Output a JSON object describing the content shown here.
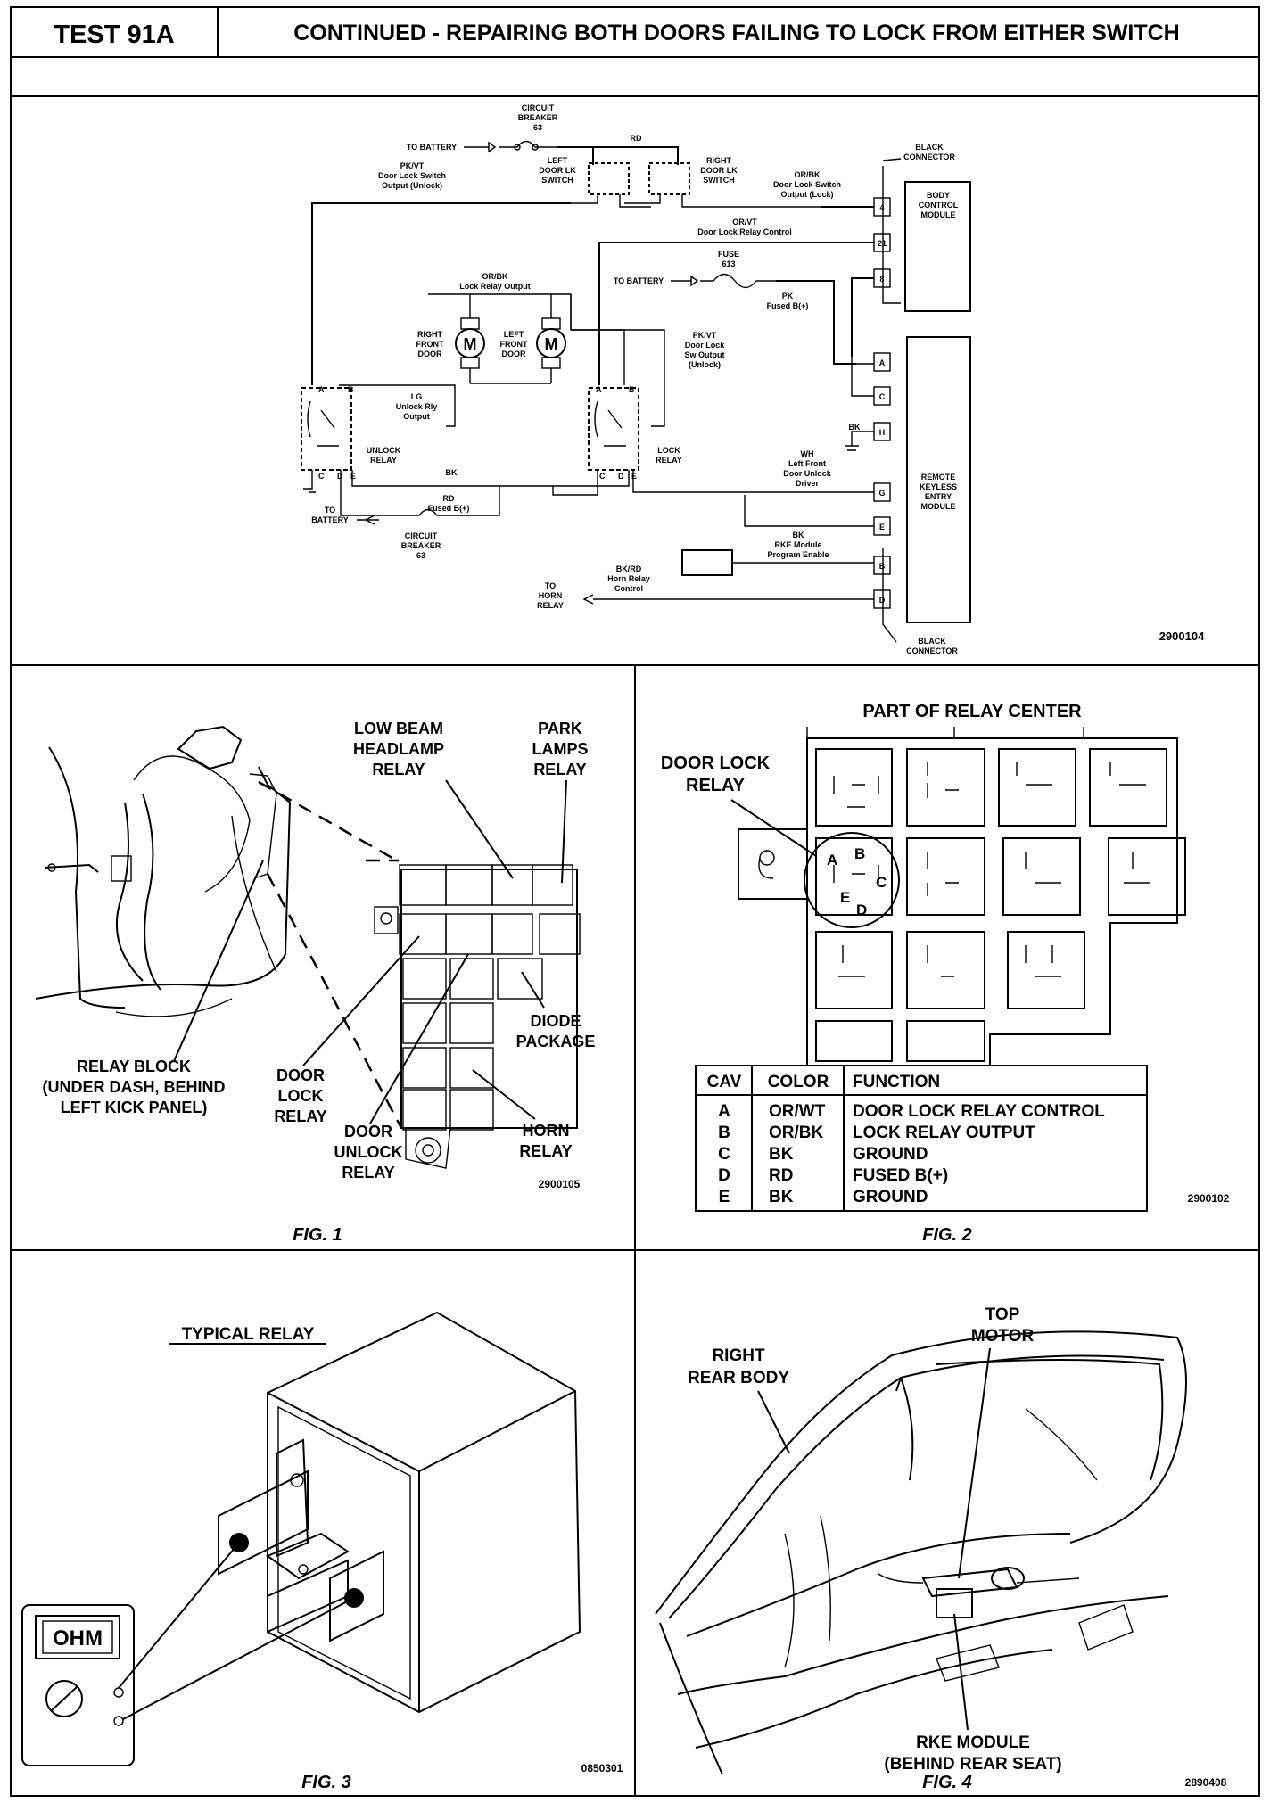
{
  "header": {
    "test_id": "TEST 91A",
    "title": "CONTINUED -  REPAIRING BOTH DOORS FAILING TO LOCK FROM EITHER SWITCH"
  },
  "schematic": {
    "ref": "2900104",
    "labels": {
      "cb63_a": "CIRCUIT",
      "cb63_b": "BREAKER",
      "cb63_c": "63",
      "to_battery_1": "TO BATTERY",
      "rd_top": "RD",
      "left_door_lk_a": "LEFT",
      "left_door_lk_b": "DOOR LK",
      "left_door_lk_c": "SWITCH",
      "right_door_lk_a": "RIGHT",
      "right_door_lk_b": "DOOR LK",
      "right_door_lk_c": "SWITCH",
      "pkvt_a": "PK/VT",
      "pkvt_b": "Door Lock Switch",
      "pkvt_c": "Output (Unlock)",
      "orbk_a": "OR/BK",
      "orbk_b": "Door Lock Switch",
      "orbk_c": "Output (Lock)",
      "black_conn_top_a": "BLACK",
      "black_conn_top_b": "CONNECTOR",
      "bcm_a": "BODY",
      "bcm_b": "CONTROL",
      "bcm_c": "MODULE",
      "pin_4": "4",
      "pin_21": "21",
      "pin_8": "8",
      "orvt_a": "OR/VT",
      "orvt_b": "Door Lock Relay Control",
      "fuse_a": "FUSE",
      "fuse_b": "613",
      "to_battery_2": "TO BATTERY",
      "orbk2_a": "OR/BK",
      "orbk2_b": "Lock Relay Output",
      "pk_a": "PK",
      "pk_b": "Fused B(+)",
      "right_front_door_a": "RIGHT",
      "right_front_door_b": "FRONT",
      "right_front_door_c": "DOOR",
      "left_front_door_a": "LEFT",
      "left_front_door_b": "FRONT",
      "left_front_door_c": "DOOR",
      "pkvt2_a": "PK/VT",
      "pkvt2_b": "Door Lock",
      "pkvt2_c": "Sw Output",
      "pkvt2_d": "(Unlock)",
      "lg_a": "LG",
      "lg_b": "Unlock Rly",
      "lg_c": "Output",
      "unlock_relay_a": "UNLOCK",
      "unlock_relay_b": "RELAY",
      "lock_relay_a": "LOCK",
      "lock_relay_b": "RELAY",
      "pin_A1": "A",
      "pin_B1": "B",
      "pin_C1": "C",
      "pin_D1": "D",
      "pin_E1": "E",
      "pin_A2": "A",
      "pin_B2": "B",
      "pin_C2": "C",
      "pin_D2": "D",
      "pin_E2": "E",
      "bk_mid": "BK",
      "rd_fused_a": "RD",
      "rd_fused_b": "Fused B(+)",
      "to_battery_3a": "TO",
      "to_battery_3b": "BATTERY",
      "cb63b_a": "CIRCUIT",
      "cb63b_b": "BREAKER",
      "cb63b_c": "63",
      "rke_pin_a": "A",
      "rke_pin_c": "C",
      "rke_pin_h": "H",
      "rke_pin_g": "G",
      "rke_pin_e": "E",
      "rke_pin_b": "B",
      "rke_pin_d": "D",
      "bk_ground": "BK",
      "wh_a": "WH",
      "wh_b": "Left Front",
      "wh_c": "Door Unlock",
      "wh_d": "Driver",
      "rke_a": "REMOTE",
      "rke_b": "KEYLESS",
      "rke_c": "ENTRY",
      "rke_d": "MODULE",
      "bk_rke_a": "BK",
      "bk_rke_b": "RKE Module",
      "bk_rke_c": "Program Enable",
      "bkrd_a": "BK/RD",
      "bkrd_b": "Horn Relay",
      "bkrd_c": "Control",
      "to_horn_a": "TO",
      "to_horn_b": "HORN",
      "to_horn_c": "RELAY",
      "black_conn_bot_a": "BLACK",
      "black_conn_bot_b": "CONNECTOR"
    }
  },
  "fig1": {
    "caption": "FIG. 1",
    "ref": "2900105",
    "labels": {
      "low_beam_a": "LOW BEAM",
      "low_beam_b": "HEADLAMP",
      "low_beam_c": "RELAY",
      "park_a": "PARK",
      "park_b": "LAMPS",
      "park_c": "RELAY",
      "relay_block_a": "RELAY BLOCK",
      "relay_block_b": "(UNDER DASH, BEHIND",
      "relay_block_c": "LEFT KICK PANEL)",
      "door_lock_a": "DOOR",
      "door_lock_b": "LOCK",
      "door_lock_c": "RELAY",
      "door_unlock_a": "DOOR",
      "door_unlock_b": "UNLOCK",
      "door_unlock_c": "RELAY",
      "diode_a": "DIODE",
      "diode_b": "PACKAGE",
      "horn_a": "HORN",
      "horn_b": "RELAY"
    }
  },
  "fig2": {
    "caption": "FIG. 2",
    "ref": "2900102",
    "title": "PART OF RELAY CENTER",
    "door_lock_relay_a": "DOOR LOCK",
    "door_lock_relay_b": "RELAY",
    "pins": {
      "a": "A",
      "b": "B",
      "c": "C",
      "d": "D",
      "e": "E"
    },
    "table": {
      "headers": [
        "CAV",
        "COLOR",
        "FUNCTION"
      ],
      "rows": [
        [
          "A",
          "OR/WT",
          "DOOR LOCK RELAY CONTROL"
        ],
        [
          "B",
          "OR/BK",
          "LOCK RELAY OUTPUT"
        ],
        [
          "C",
          "BK",
          "GROUND"
        ],
        [
          "D",
          "RD",
          "FUSED B(+)"
        ],
        [
          "E",
          "BK",
          "GROUND"
        ]
      ]
    }
  },
  "fig3": {
    "caption": "FIG. 3",
    "ref": "0850301",
    "title": "TYPICAL RELAY",
    "meter_display": "OHM"
  },
  "fig4": {
    "caption": "FIG. 4",
    "ref": "2890408",
    "labels": {
      "top_motor_a": "TOP",
      "top_motor_b": "MOTOR",
      "right_rear_a": "RIGHT",
      "right_rear_b": "REAR BODY",
      "rke_module_a": "RKE MODULE",
      "rke_module_b": "(BEHIND REAR SEAT)"
    }
  }
}
